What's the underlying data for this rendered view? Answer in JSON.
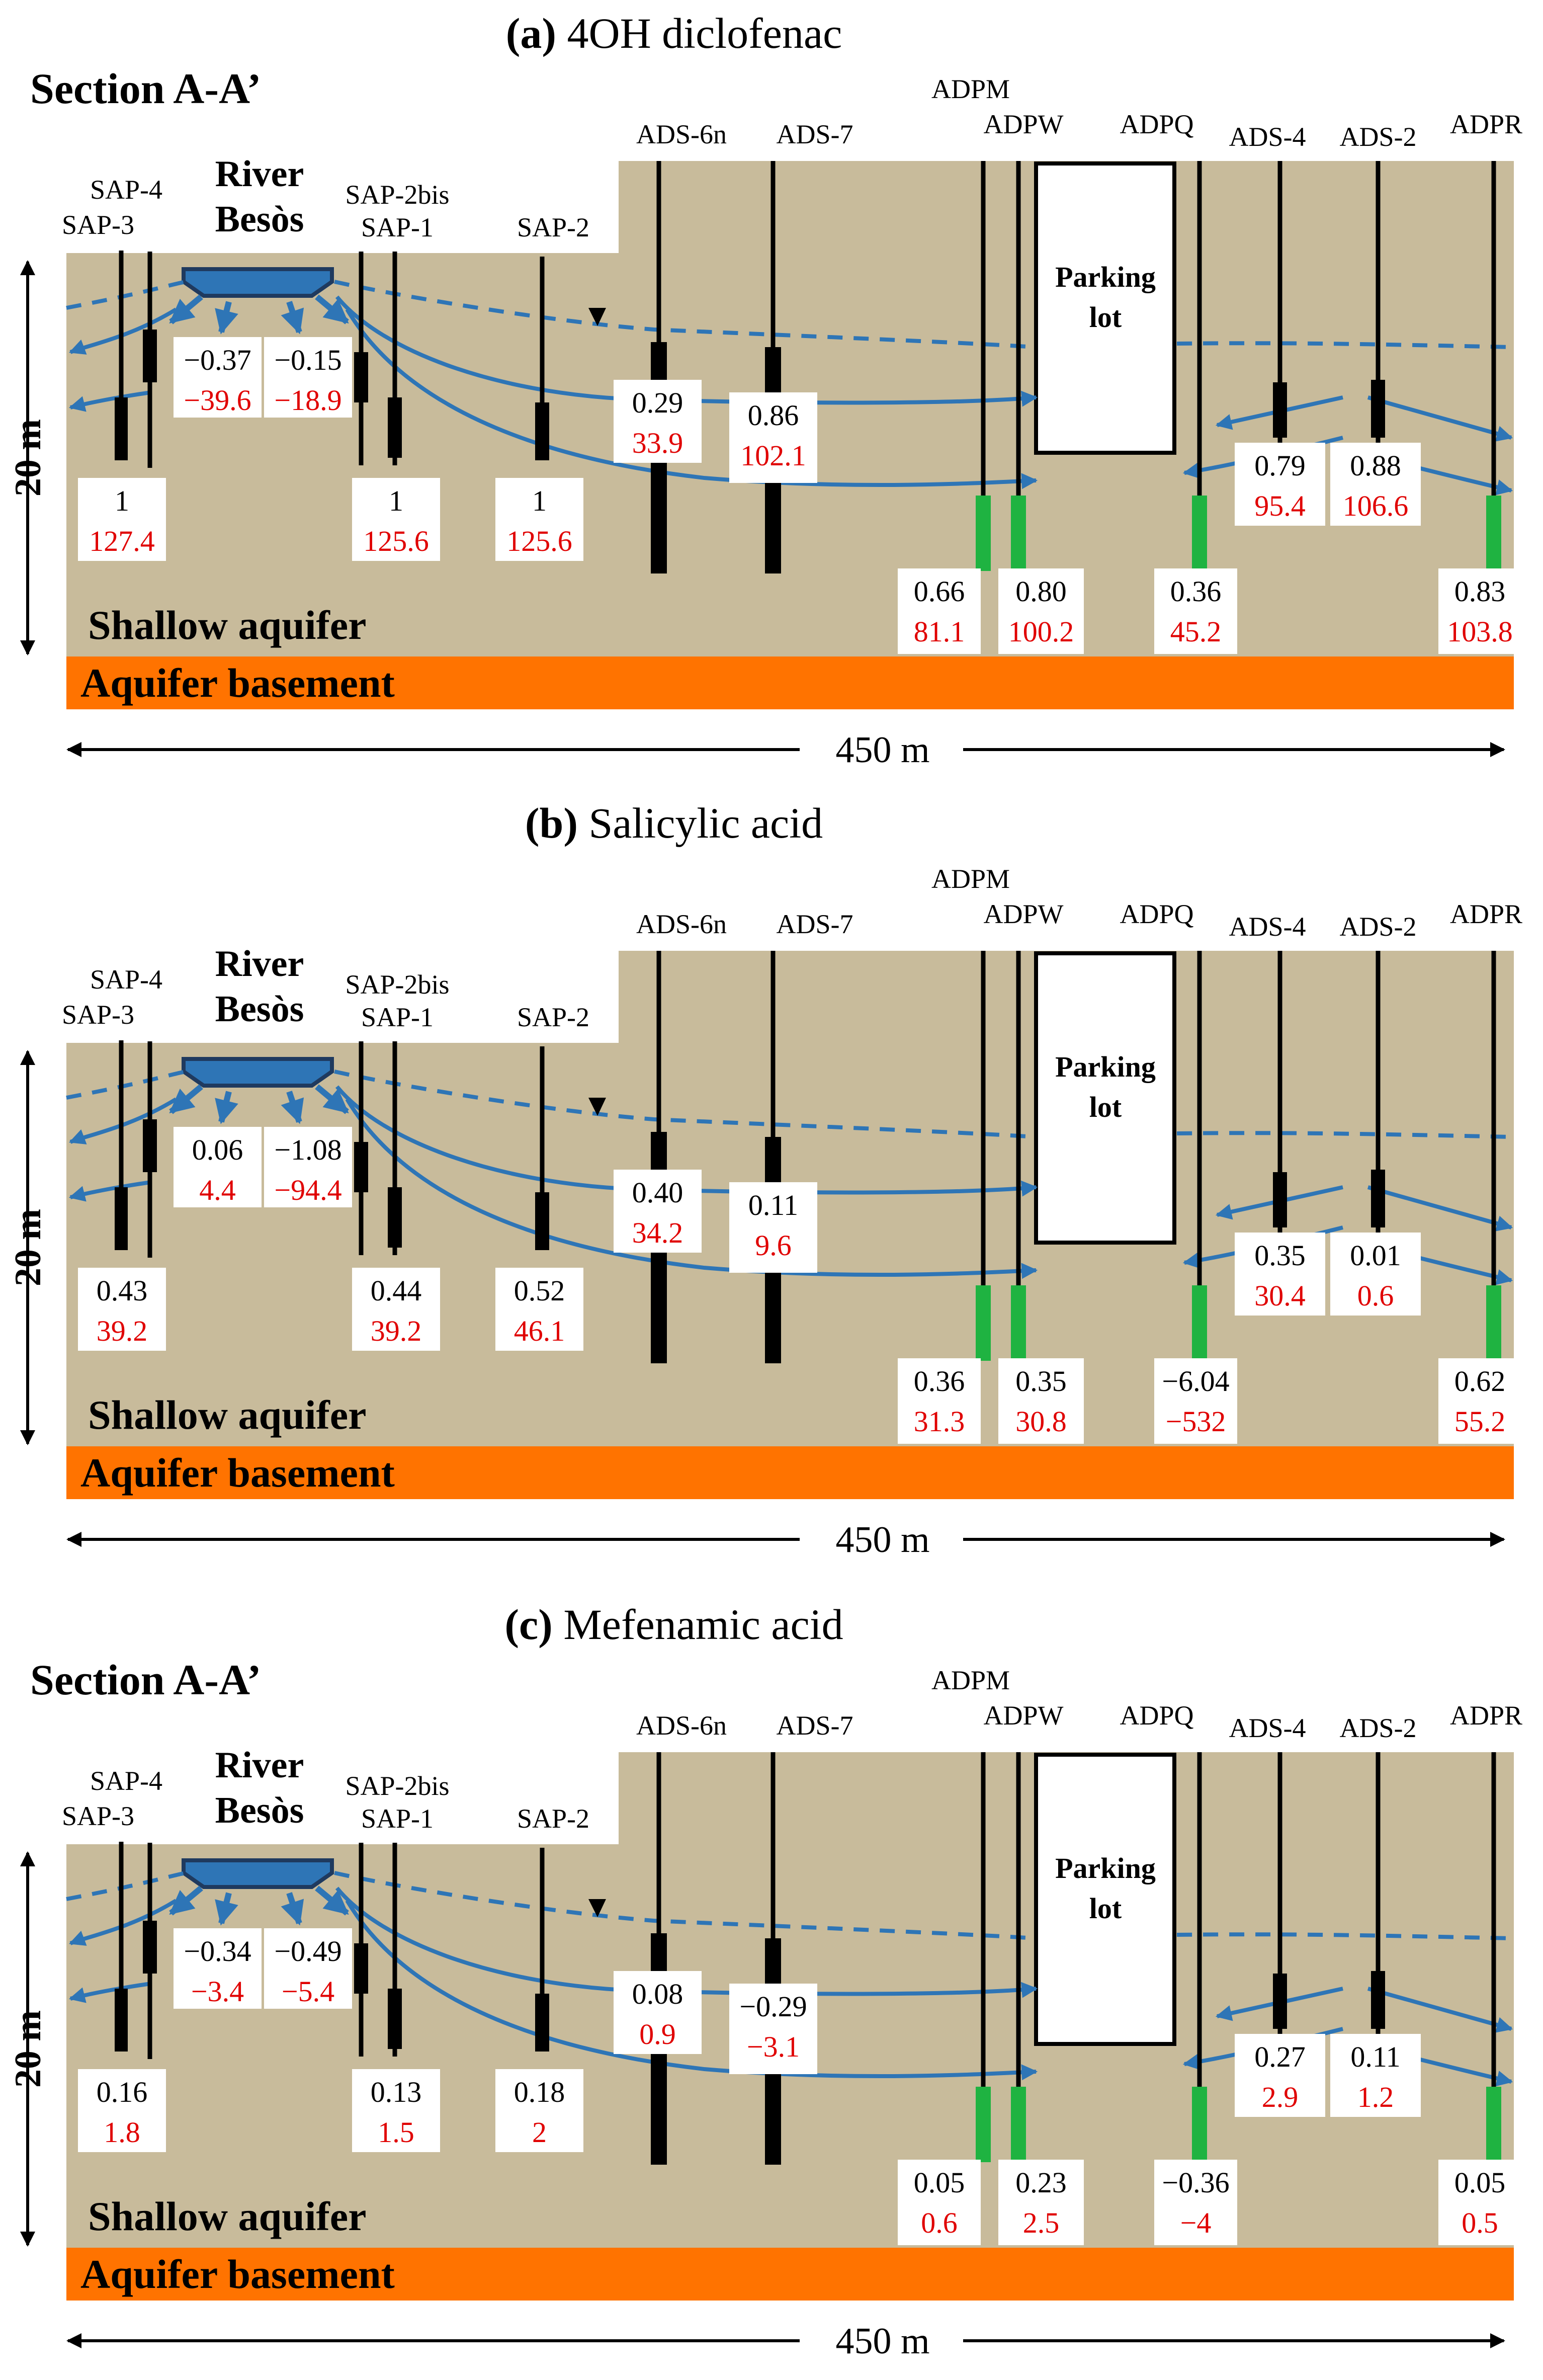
{
  "labels": {
    "section": "Section A-A’",
    "river_line1": "River",
    "river_line2": "Besòs",
    "parking_line1": "Parking",
    "parking_line2": "lot",
    "shallow_aquifer": "Shallow aquifer",
    "aquifer_basement": "Aquifer basement",
    "depth_scale": "20 m",
    "length_scale": "450 m"
  },
  "colors": {
    "ground": "#c8bb9b",
    "basement": "#ff7300",
    "water": "#2e75b6",
    "river": "#2e75b6",
    "screen_black": "#000000",
    "screen_green": "#1fb341",
    "value_black": "#000000",
    "value_red": "#e00000"
  },
  "wells": [
    "SAP-3",
    "SAP-4",
    "SAP-2bis",
    "SAP-1",
    "SAP-2",
    "ADS-6n",
    "ADS-7",
    "ADPM",
    "ADPW",
    "ADPQ",
    "ADS-4",
    "ADS-2",
    "ADPR"
  ],
  "panels": [
    {
      "letter": "(a)",
      "compound": "4OH diclofenac",
      "show_section": true,
      "values": {
        "sap3": [
          "1",
          "127.4"
        ],
        "river_left": [
          "−0.37",
          "−39.6"
        ],
        "river_right": [
          "−0.15",
          "−18.9"
        ],
        "sap1": [
          "1",
          "125.6"
        ],
        "sap2": [
          "1",
          "125.6"
        ],
        "ads6n": [
          "0.29",
          "33.9"
        ],
        "ads7": [
          "0.86",
          "102.1"
        ],
        "ads4": [
          "0.79",
          "95.4"
        ],
        "ads2": [
          "0.88",
          "106.6"
        ],
        "adpm": [
          "0.66",
          "81.1"
        ],
        "adpw": [
          "0.80",
          "100.2"
        ],
        "adpq": [
          "0.36",
          "45.2"
        ],
        "adpr": [
          "0.83",
          "103.8"
        ]
      }
    },
    {
      "letter": "(b)",
      "compound": "Salicylic acid",
      "show_section": false,
      "values": {
        "sap3": [
          "0.43",
          "39.2"
        ],
        "river_left": [
          "0.06",
          "4.4"
        ],
        "river_right": [
          "−1.08",
          "−94.4"
        ],
        "sap1": [
          "0.44",
          "39.2"
        ],
        "sap2": [
          "0.52",
          "46.1"
        ],
        "ads6n": [
          "0.40",
          "34.2"
        ],
        "ads7": [
          "0.11",
          "9.6"
        ],
        "ads4": [
          "0.35",
          "30.4"
        ],
        "ads2": [
          "0.01",
          "0.6"
        ],
        "adpm": [
          "0.36",
          "31.3"
        ],
        "adpw": [
          "0.35",
          "30.8"
        ],
        "adpq": [
          "−6.04",
          "−532"
        ],
        "adpr": [
          "0.62",
          "55.2"
        ]
      }
    },
    {
      "letter": "(c)",
      "compound": "Mefenamic acid",
      "show_section": true,
      "values": {
        "sap3": [
          "0.16",
          "1.8"
        ],
        "river_left": [
          "−0.34",
          "−3.4"
        ],
        "river_right": [
          "−0.49",
          "−5.4"
        ],
        "sap1": [
          "0.13",
          "1.5"
        ],
        "sap2": [
          "0.18",
          "2"
        ],
        "ads6n": [
          "0.08",
          "0.9"
        ],
        "ads7": [
          "−0.29",
          "−3.1"
        ],
        "ads4": [
          "0.27",
          "2.9"
        ],
        "ads2": [
          "0.11",
          "1.2"
        ],
        "adpm": [
          "0.05",
          "0.6"
        ],
        "adpw": [
          "0.23",
          "2.5"
        ],
        "adpq": [
          "−0.36",
          "−4"
        ],
        "adpr": [
          "0.05",
          "0.5"
        ]
      }
    }
  ]
}
